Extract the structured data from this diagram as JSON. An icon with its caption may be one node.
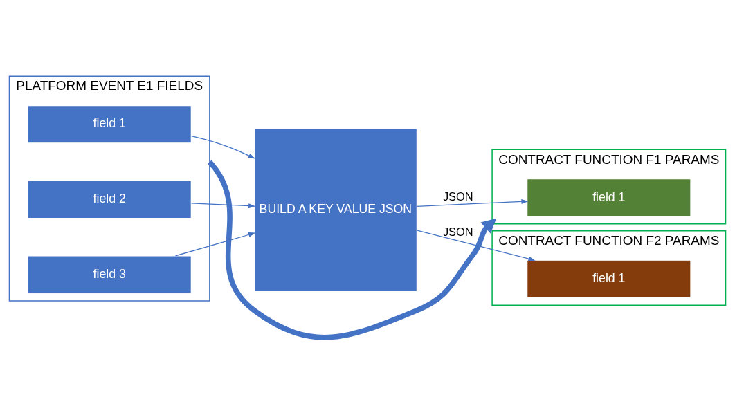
{
  "diagram": {
    "nodes": [
      {
        "text": [
          "PLATFORM EVENT E1 FIELDS"
        ]
      },
      {
        "text": [
          "field 1"
        ],
        "in": 0
      },
      {
        "text": [
          "field 2"
        ],
        "in": 0
      },
      {
        "text": [
          "field 3"
        ],
        "in": 0
      },
      {
        "text": [
          "BUILD A KEY VALUE JSON"
        ]
      },
      {
        "text": [
          "CONTRACT FUNCTION F1 PARAMS"
        ]
      },
      {
        "text": [
          "field 1"
        ],
        "in": 5
      },
      {
        "text": [
          "CONTRACT FUNCTION F2 PARAMS"
        ]
      },
      {
        "text": [
          "field 1"
        ],
        "in": 7
      }
    ],
    "edges": [
      {
        "from": 0,
        "to": 5,
        "arrow": "to",
        "style": "thick"
      },
      {
        "from": 1,
        "to": 4,
        "arrow": "to"
      },
      {
        "from": 2,
        "to": 4,
        "arrow": "to"
      },
      {
        "from": 3,
        "to": 4,
        "arrow": "to"
      },
      {
        "from": 4,
        "to": 6,
        "arrow": "to",
        "label": "JSON"
      },
      {
        "from": 4,
        "to": 8,
        "arrow": "to",
        "label": "JSON"
      }
    ]
  }
}
